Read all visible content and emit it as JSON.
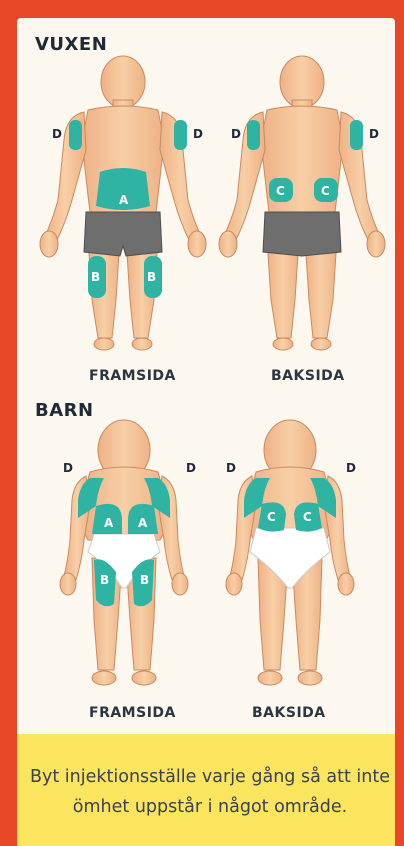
{
  "adult": {
    "title": "VUXEN",
    "front_caption": "FRAMSIDA",
    "back_caption": "BAKSIDA",
    "zone_a": "A",
    "zone_b": "B",
    "zone_c": "C",
    "zone_d": "D"
  },
  "child": {
    "title": "BARN",
    "front_caption": "FRAMSIDA",
    "back_caption": "BAKSIDA",
    "zone_a": "A",
    "zone_b": "B",
    "zone_c": "C",
    "zone_d": "D"
  },
  "note": {
    "text": "Byt injektionsställe varje gång så att inte ömhet uppstår i något område."
  },
  "colors": {
    "frame": "#e8482a",
    "card": "#fdf8ef",
    "skin": "#f6c59a",
    "skin_shadow": "#e9a97b",
    "zone": "#2fb3a3",
    "shorts": "#6e6e6e",
    "diaper": "#ffffff",
    "note_bg": "#fbe45e"
  }
}
